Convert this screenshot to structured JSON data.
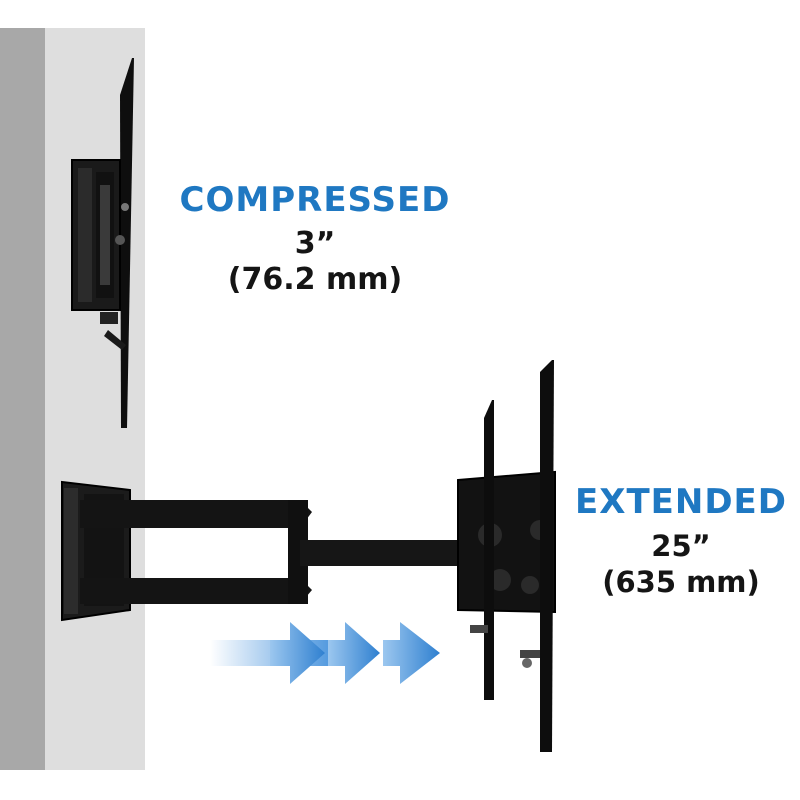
{
  "colors": {
    "accent": "#1f78c2",
    "text": "#151515",
    "arrow": "#3f8edb"
  },
  "compressed": {
    "heading": "COMPRESSED",
    "inches": "3”",
    "metric": "(76.2 mm)"
  },
  "extended": {
    "heading": "EXTENDED",
    "inches": "25”",
    "metric": "(635 mm)"
  },
  "icons": [
    "right-arrow-icon",
    "right-arrow-icon",
    "right-arrow-icon"
  ]
}
